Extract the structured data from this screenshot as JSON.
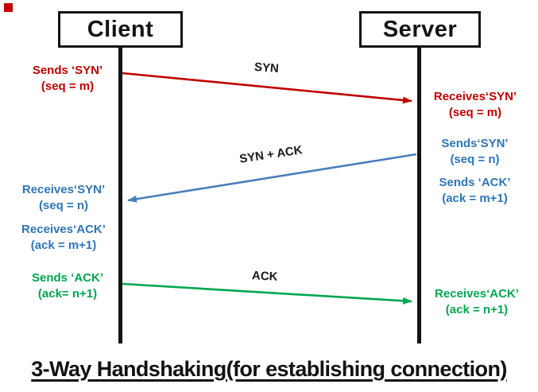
{
  "title": "3-Way Handshaking(for establishing connection)",
  "corner_marker": {
    "name": "red-square",
    "color": "#c00000"
  },
  "actors": {
    "client": "Client",
    "server": "Server"
  },
  "colors": {
    "red": "#c00000",
    "blue_text": "#2e75b6",
    "blue_arrow": "#4a7ebb",
    "green": "#00a651",
    "line_black": "#141414"
  },
  "messages": {
    "syn": {
      "arrow_label": "SYN",
      "from": "Client",
      "to": "Server",
      "sender_note": {
        "l1": "Sends ‘SYN’",
        "l2": "(seq = m)"
      },
      "receiver_note": {
        "l1": "Receives‘SYN’",
        "l2": "(seq = m)"
      }
    },
    "syn_ack": {
      "arrow_label": "SYN + ACK",
      "from": "Server",
      "to": "Client",
      "sender_note_a": {
        "l1": "Sends‘SYN’",
        "l2": "(seq = n)"
      },
      "sender_note_b": {
        "l1": "Sends ‘ACK’",
        "l2": "(ack = m+1)"
      },
      "receiver_note_a": {
        "l1": "Receives‘SYN’",
        "l2": "(seq = n)"
      },
      "receiver_note_b": {
        "l1": "Receives‘ACK’",
        "l2": "(ack = m+1)"
      }
    },
    "ack": {
      "arrow_label": "ACK",
      "from": "Client",
      "to": "Server",
      "sender_note": {
        "l1": "Sends ‘ACK’",
        "l2": "(ack= n+1)"
      },
      "receiver_note": {
        "l1": "Receives‘ACK’",
        "l2": "(ack = n+1)"
      }
    }
  }
}
